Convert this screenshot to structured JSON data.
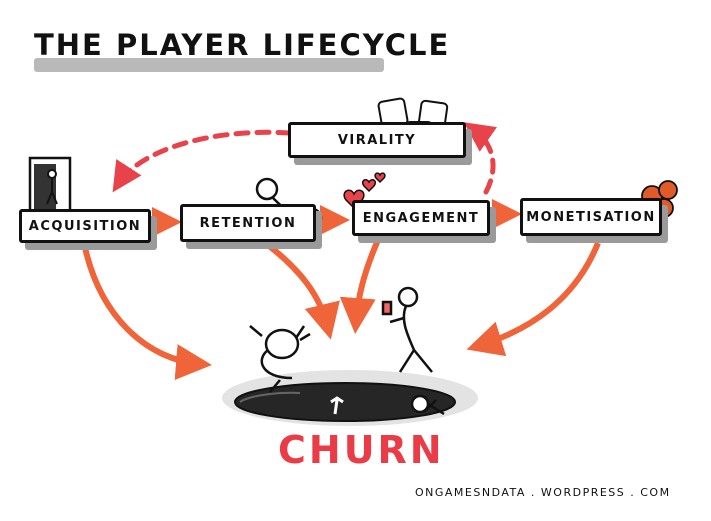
{
  "title": "THE PLAYER LIFECYCLE",
  "stages": {
    "acquisition": "ACQUISITION",
    "retention": "RETENTION",
    "engagement": "ENGAGEMENT",
    "monetisation": "MONETISATION",
    "virality": "VIRALITY"
  },
  "churn": "CHURN",
  "footer": "ONGAMESNDATA . WORDPRESS . COM",
  "icons": {
    "acquisition": "door-person-icon",
    "retention": "handcuffs-icon",
    "engagement": "hearts-icon",
    "monetisation": "coins-icon",
    "virality": "social-media-icons"
  },
  "colors": {
    "arrow": "#f0643a",
    "churn": "#ea3c47",
    "dashed": "#e8424a",
    "shadow": "#9a9a9a"
  }
}
